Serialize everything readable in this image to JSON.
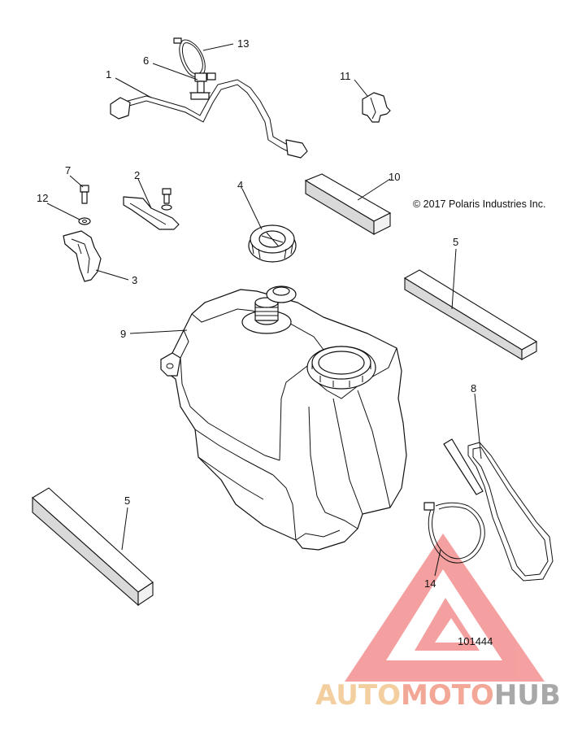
{
  "copyright": "© 2017 Polaris Industries Inc.",
  "drawing_number": "101444",
  "callouts": [
    {
      "id": "13",
      "text": "13"
    },
    {
      "id": "6",
      "text": "6"
    },
    {
      "id": "1",
      "text": "1"
    },
    {
      "id": "11",
      "text": "11"
    },
    {
      "id": "7",
      "text": "7"
    },
    {
      "id": "2",
      "text": "2"
    },
    {
      "id": "12",
      "text": "12"
    },
    {
      "id": "4",
      "text": "4"
    },
    {
      "id": "10",
      "text": "10"
    },
    {
      "id": "3",
      "text": "3"
    },
    {
      "id": "5a",
      "text": "5"
    },
    {
      "id": "9",
      "text": "9"
    },
    {
      "id": "8",
      "text": "8"
    },
    {
      "id": "5b",
      "text": "5"
    },
    {
      "id": "14",
      "text": "14"
    }
  ],
  "watermark": {
    "part1": "AUTO",
    "part2": "MOTO",
    "part3": "HUB",
    "color_auto": "#f0c080",
    "color_moto": "#f08a74",
    "color_hub": "#8c8c8c",
    "logo_color": "#f06262"
  }
}
